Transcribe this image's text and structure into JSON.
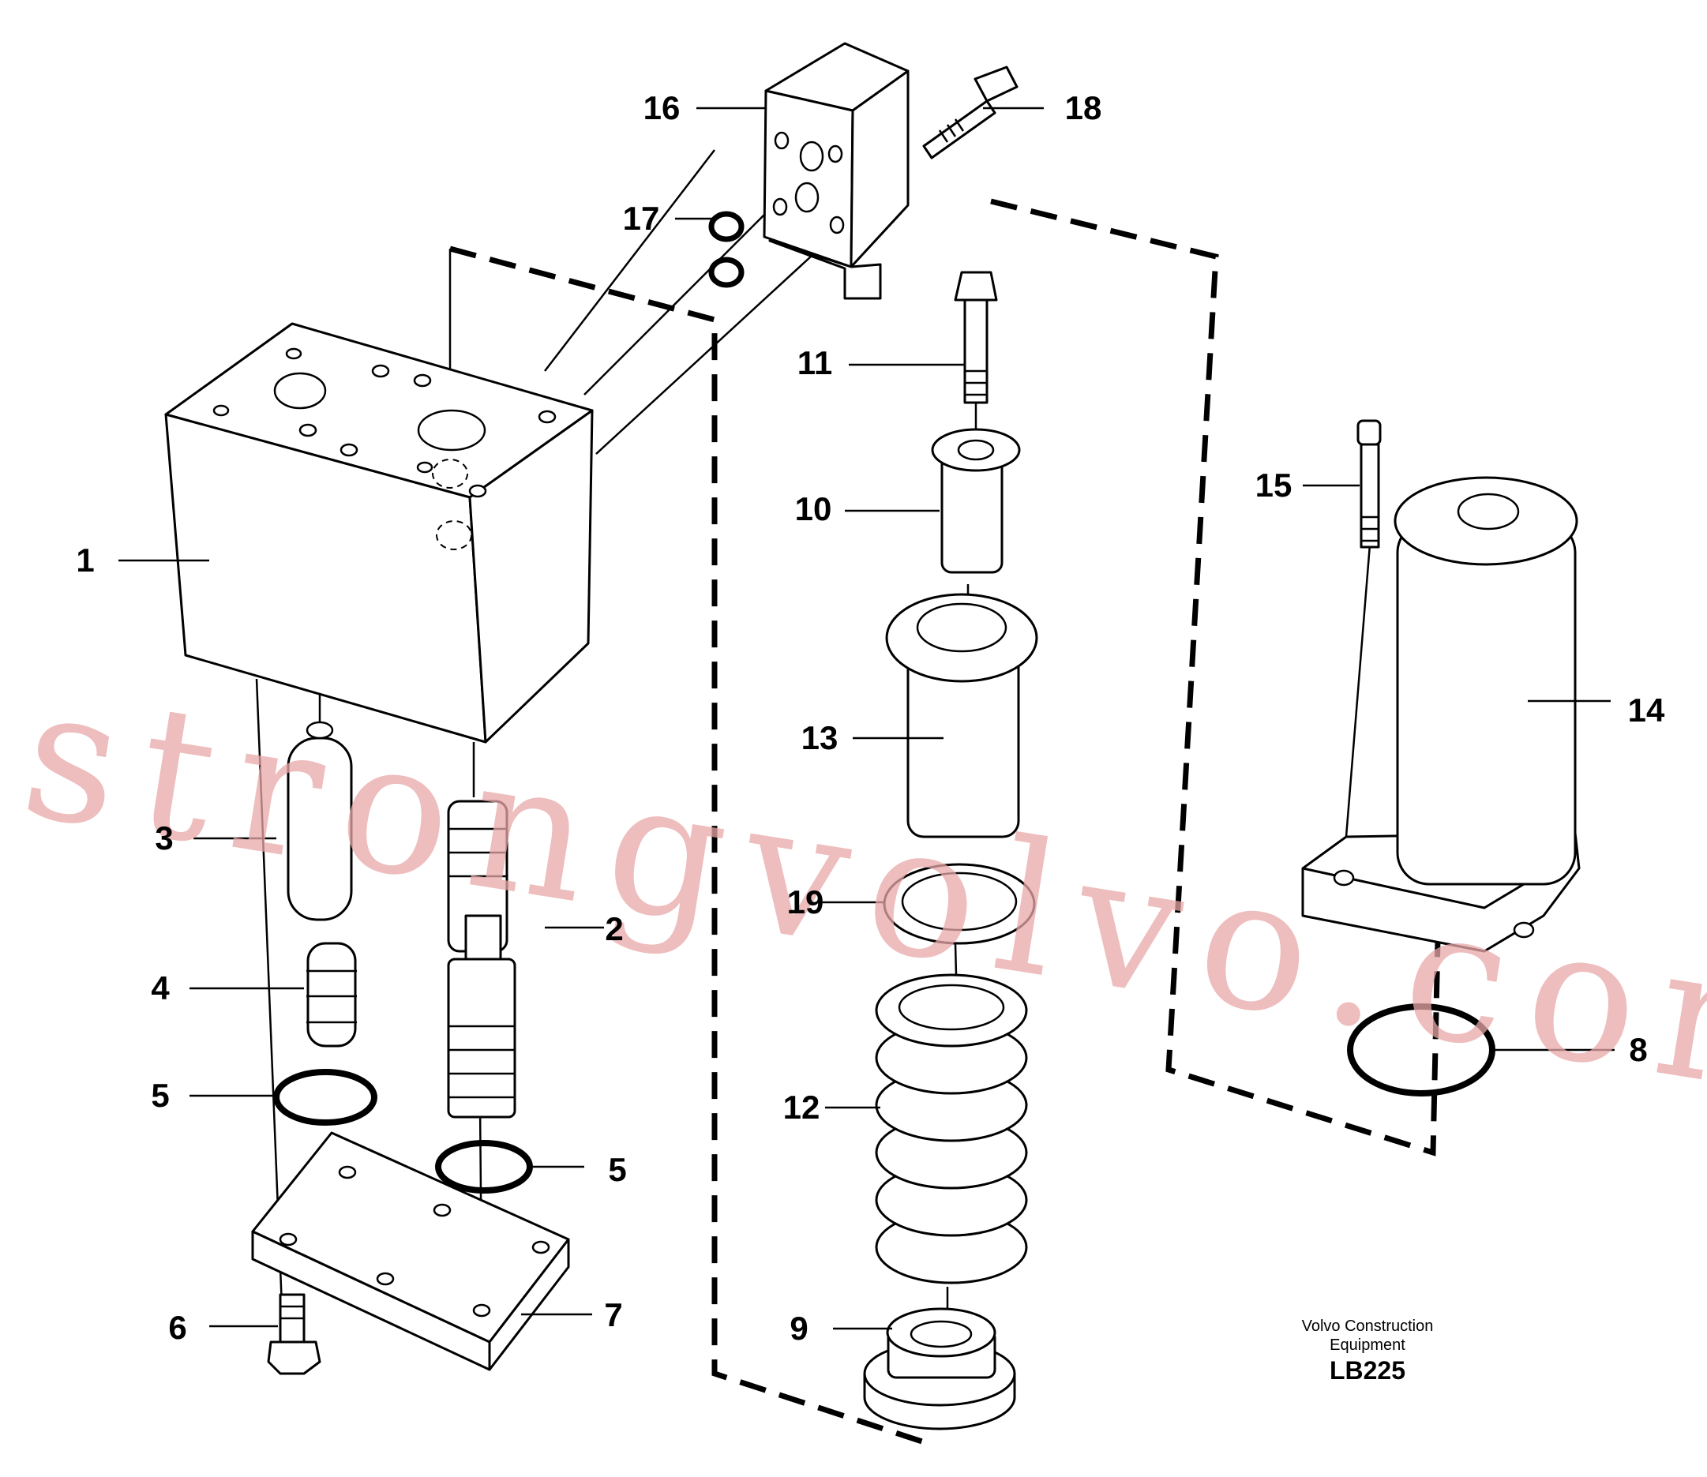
{
  "callouts": {
    "c1": "1",
    "c2": "2",
    "c3": "3",
    "c4": "4",
    "c5a": "5",
    "c5b": "5",
    "c6": "6",
    "c7": "7",
    "c8": "8",
    "c9": "9",
    "c10": "10",
    "c11": "11",
    "c12": "12",
    "c13": "13",
    "c14": "14",
    "c15": "15",
    "c16": "16",
    "c17": "17",
    "c18": "18",
    "c19": "19"
  },
  "caption": {
    "line1": "Volvo Construction",
    "line2": "Equipment",
    "code": "LB225"
  },
  "watermark": "strongvolvo.com"
}
